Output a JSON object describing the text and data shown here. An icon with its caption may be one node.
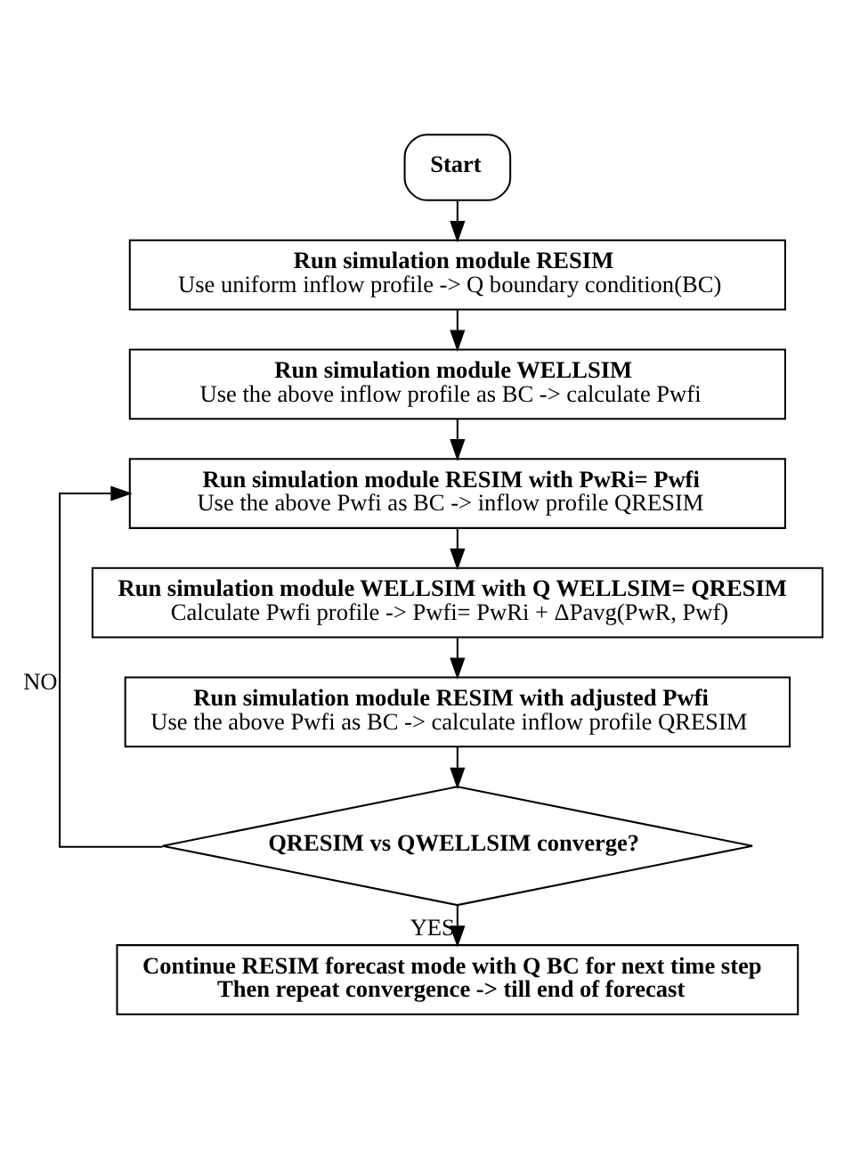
{
  "diagram": {
    "nodes": [
      {
        "text": [
          "Start"
        ]
      },
      {
        "text": [
          "Run simulation module RESIM",
          "Use uniform inflow profile -> Q boundary condition(BC)"
        ]
      },
      {
        "text": [
          "Run simulation module WELLSIM",
          "Use the above inflow profile as BC -> calculate Pwfi"
        ]
      },
      {
        "text": [
          "Run simulation module RESIM with PwRi= Pwfi",
          "Use the above Pwfi as BC -> inflow profile QRESIM"
        ]
      },
      {
        "text": [
          "Run simulation module WELLSIM with Q WELLSIM= QRESIM",
          "Calculate Pwfi profile -> Pwfi= PwRi + ΔPavg(PwR, Pwf)"
        ]
      },
      {
        "text": [
          "Run simulation module RESIM with adjusted Pwfi",
          "Use the above Pwfi as BC -> calculate inflow profile QRESIM"
        ]
      },
      {
        "text": [
          "QRESIM vs QWELLSIM converge?"
        ]
      },
      {
        "text": [
          "Continue RESIM forecast mode with Q BC for next time step",
          "Then repeat convergence -> till end of forecast"
        ]
      }
    ],
    "edges": [
      {
        "from": 0,
        "to": 1,
        "arrow": "to"
      },
      {
        "from": 1,
        "to": 2,
        "arrow": "to"
      },
      {
        "from": 2,
        "to": 3,
        "arrow": "to"
      },
      {
        "from": 3,
        "to": 4,
        "arrow": "to"
      },
      {
        "from": 4,
        "to": 5,
        "arrow": "to"
      },
      {
        "from": 5,
        "to": 6,
        "arrow": "to"
      },
      {
        "from": 6,
        "to": 3,
        "label": "NO",
        "arrow": "to"
      },
      {
        "from": 6,
        "to": 7,
        "label": "YES",
        "arrow": "to"
      }
    ]
  }
}
